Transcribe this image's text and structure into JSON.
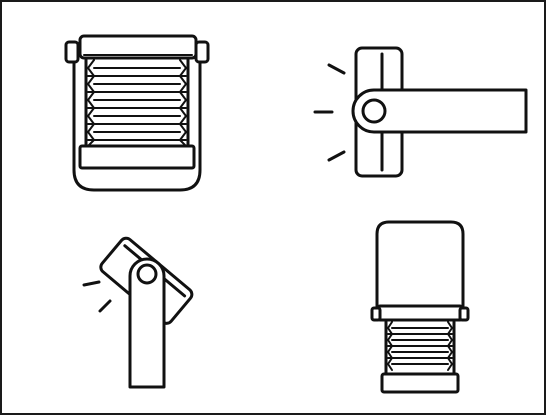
{
  "figure": {
    "panels": [
      {
        "id": "panel-top-left",
        "icon": "folding-stand-front-view-icon"
      },
      {
        "id": "panel-top-right",
        "icon": "stand-rotating-side-view-icon"
      },
      {
        "id": "panel-bottom-left",
        "icon": "stand-tilting-view-icon"
      },
      {
        "id": "panel-bottom-right",
        "icon": "stand-extended-view-icon"
      }
    ],
    "stroke_color": "#111111",
    "background_color": "#ffffff"
  }
}
